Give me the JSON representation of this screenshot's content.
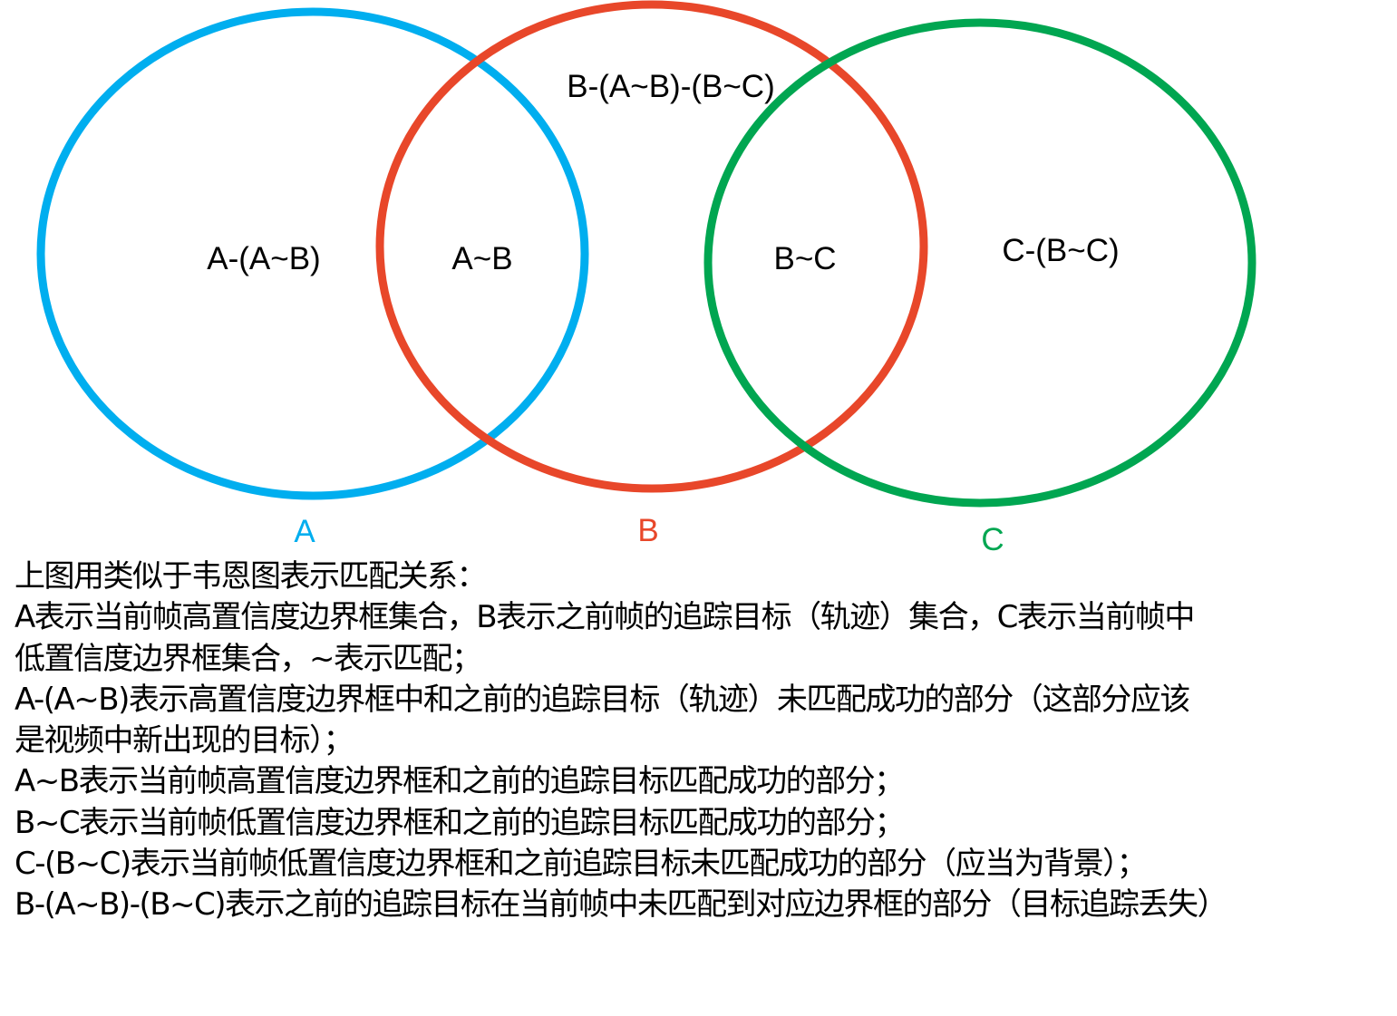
{
  "sets": [
    {
      "id": "A",
      "label": "A",
      "color": "#00aeef"
    },
    {
      "id": "B",
      "label": "B",
      "color": "#e8472a"
    },
    {
      "id": "C",
      "label": "C",
      "color": "#00a651"
    }
  ],
  "regions": {
    "a_only": "A-(A~B)",
    "a_and_b": "A~B",
    "b_only": "B-(A~B)-(B~C)",
    "b_and_c": "B~C",
    "c_only": "C-(B~C)"
  },
  "description": {
    "lines": [
      "上图用类似于韦恩图表示匹配关系：",
      "A表示当前帧高置信度边界框集合，B表示之前帧的追踪目标（轨迹）集合，C表示当前帧中",
      "低置信度边界框集合，~表示匹配；",
      "A-(A~B)表示高置信度边界框中和之前的追踪目标（轨迹）未匹配成功的部分（这部分应该",
      "是视频中新出现的目标）；",
      "A~B表示当前帧高置信度边界框和之前的追踪目标匹配成功的部分；",
      "B~C表示当前帧低置信度边界框和之前的追踪目标匹配成功的部分；",
      "C-(B~C)表示当前帧低置信度边界框和之前追踪目标未匹配成功的部分（应当为背景）；",
      "B-(A~B)-(B~C)表示之前的追踪目标在当前帧中未匹配到对应边界框的部分（目标追踪丢失）"
    ]
  }
}
